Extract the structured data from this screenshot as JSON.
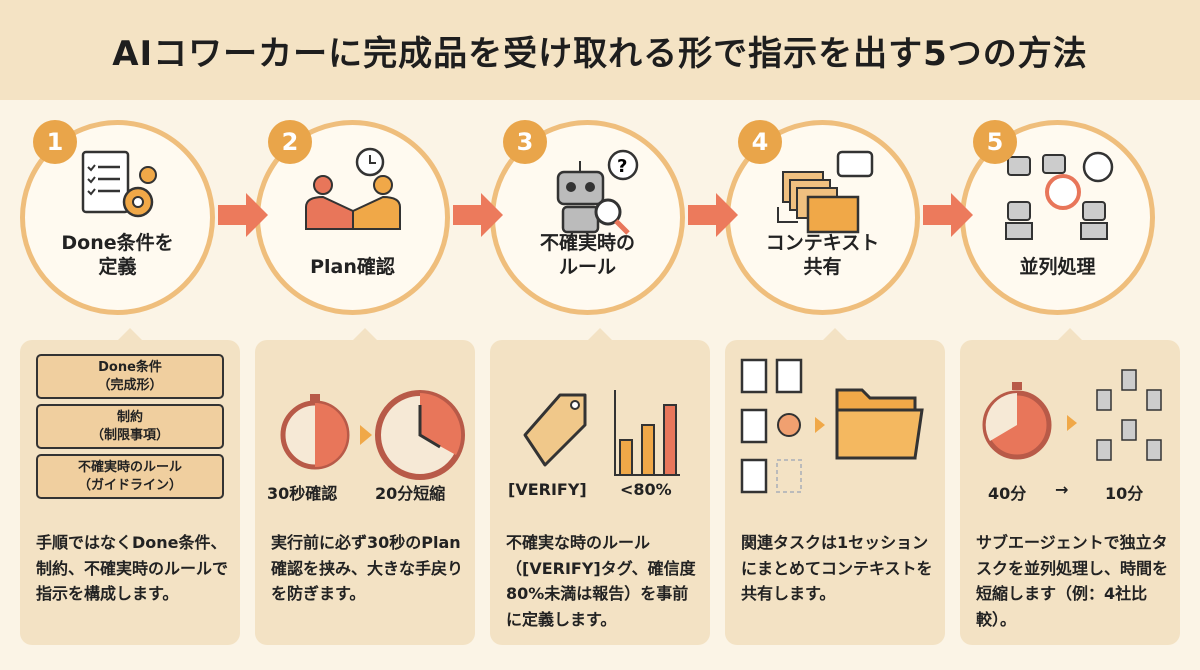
{
  "title": "AIコワーカーに完成品を受け取れる形で指示を出す5つの方法",
  "steps": [
    {
      "number": "1",
      "label": "Done条件を\n定義",
      "icon": "checklist-gear-icon"
    },
    {
      "number": "2",
      "label": "Plan確認",
      "icon": "handshake-clock-icon"
    },
    {
      "number": "3",
      "label": "不確実時の\nルール",
      "icon": "robot-question-icon"
    },
    {
      "number": "4",
      "label": "コンテキスト\n共有",
      "icon": "folders-chat-icon"
    },
    {
      "number": "5",
      "label": "並列処理",
      "icon": "robots-timer-icon"
    }
  ],
  "cards": [
    {
      "boxes": [
        "Done条件\n（完成形）",
        "制約\n（制限事項）",
        "不確実時のルール\n（ガイドライン）"
      ],
      "text": "手順ではなくDone条件、制約、不確実時のルールで指示を構成します。"
    },
    {
      "cap_left": "30秒確認",
      "cap_right": "20分短縮",
      "text": "実行前に必ず30秒のPlan確認を挟み、大きな手戻りを防ぎます。"
    },
    {
      "cap_left": "[VERIFY]",
      "cap_right": "<80%",
      "text": "不確実な時のルール（[VERIFY]タグ、確信度80%未満は報告）を事前に定義します。"
    },
    {
      "text": "関連タスクは1セッションにまとめてコンテキストを共有します。"
    },
    {
      "cap_left": "40分",
      "cap_mid": "→",
      "cap_right": "10分",
      "text": "サブエージェントで独立タスクを並列処理し、時間を短縮します（例：4社比較）。"
    }
  ],
  "colors": {
    "accent": "#e9a54a",
    "arrow": "#ec7a5c",
    "card": "#f3e2c4",
    "title_bg": "#f4e3c4"
  }
}
